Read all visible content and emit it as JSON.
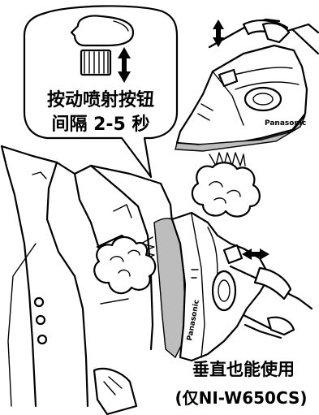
{
  "callout": {
    "line1": "按动喷射按钮",
    "line2": "间隔 2-5 秒"
  },
  "brand": {
    "top_iron": "Panasonic",
    "bottom_iron": "Panasonic"
  },
  "caption": {
    "line1": "垂直也能使用",
    "line2": "(仅NI-W650CS)"
  }
}
